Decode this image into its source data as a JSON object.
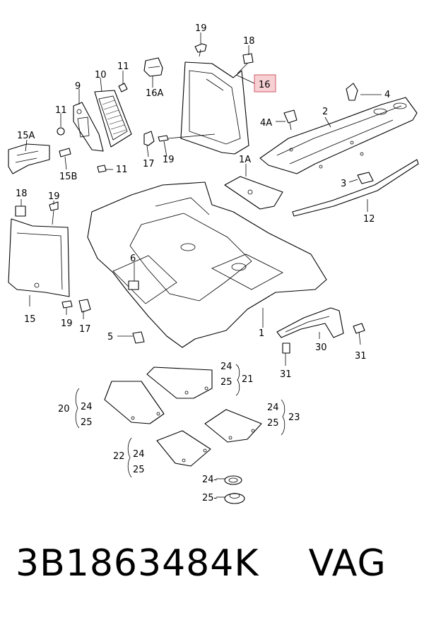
{
  "callouts": {
    "c19a": "19",
    "c18a": "18",
    "c11a": "11",
    "c10": "10",
    "c16A": "16A",
    "c16": "16",
    "c9": "9",
    "c11b": "11",
    "c15A": "15A",
    "c15B": "15B",
    "c11c": "11",
    "c17a": "17",
    "c19b": "19",
    "c4": "4",
    "c4A": "4A",
    "c2": "2",
    "c1A": "1A",
    "c3": "3",
    "c12": "12",
    "c18b": "18",
    "c19c": "19",
    "c15": "15",
    "c19d": "19",
    "c17b": "17",
    "c6": "6",
    "c5": "5",
    "c1": "1",
    "c30": "30",
    "c31a": "31",
    "c31b": "31",
    "c24a": "24",
    "c25a": "25",
    "c21": "21",
    "c20": "20",
    "c24b": "24",
    "c25b": "25",
    "c24c": "24",
    "c25c": "25",
    "c23": "23",
    "c22": "22",
    "c24d": "24",
    "c25d": "25",
    "c24e": "24-",
    "c25e": "25-"
  },
  "highlight_color": "#f7d0d4",
  "footer": {
    "part_number": "3B1863484K    VAG"
  }
}
